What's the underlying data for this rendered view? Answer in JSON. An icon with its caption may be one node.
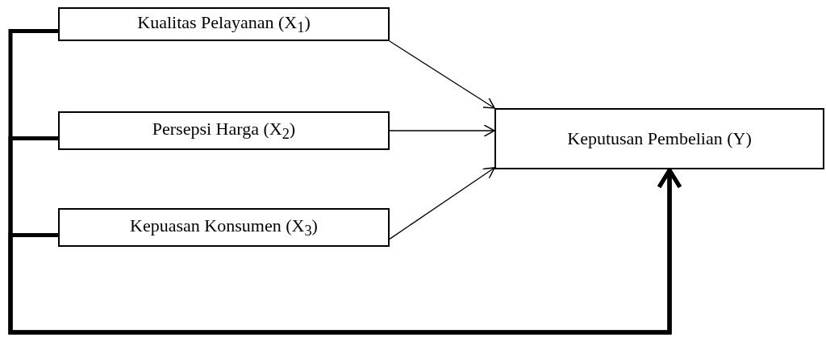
{
  "diagram": {
    "nodes": [
      {
        "text": [
          "Kualitas Pelayanan (X$_{1}$)"
        ]
      },
      {
        "text": [
          "Persepsi Harga (X$_{2}$)"
        ]
      },
      {
        "text": [
          "Kepuasan Konsumen (X$_{3}$)"
        ]
      },
      {
        "text": [
          "Keputusan Pembelian (Y)"
        ]
      }
    ],
    "edges": [
      {
        "from": 0,
        "to": 3,
        "arrow": "to"
      },
      {
        "from": 1,
        "to": 3,
        "arrow": "to"
      },
      {
        "from": 2,
        "to": 3,
        "arrow": "to"
      },
      {
        "from": 0,
        "to": 3,
        "arrow": "to",
        "style": "thick"
      },
      {
        "from": 1,
        "to": 3,
        "arrow": "to",
        "style": "thick"
      },
      {
        "from": 2,
        "to": 3,
        "arrow": "to",
        "style": "thick"
      }
    ]
  }
}
